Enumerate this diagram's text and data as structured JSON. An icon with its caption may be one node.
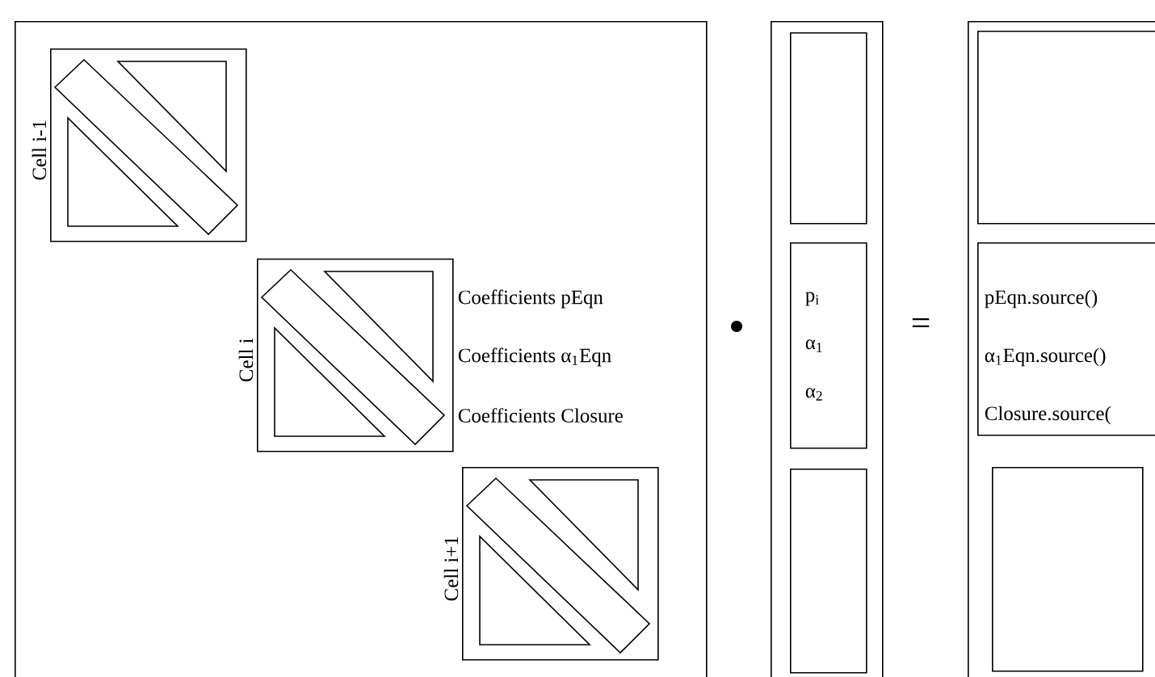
{
  "diagram": {
    "nodes": [
      {
        "text": [],
        "shape": "box"
      },
      {
        "text": [
          "Cell i-1"
        ],
        "in": 0
      },
      {
        "text": [
          "Cell i"
        ],
        "in": 0,
        "beside": [
          "Coefficients pEqn",
          "Coefficients α$_{1}$Eqn",
          "Coefficients Closure"
        ]
      },
      {
        "text": [
          "Cell i+1"
        ],
        "in": 0
      },
      {
        "text": [],
        "shape": "box"
      },
      {
        "text": [],
        "shape": "box",
        "in": 4
      },
      {
        "text": [
          "p$_{i}$",
          "α$_{1}$",
          "α$_{2}$"
        ],
        "in": 4
      },
      {
        "text": [],
        "shape": "box",
        "in": 4
      },
      {
        "text": [],
        "shape": "box"
      },
      {
        "text": [],
        "shape": "box",
        "in": 8
      },
      {
        "text": [
          "pEqn.source()",
          "α$_{1}$Eqn.source()",
          "Closure.source("
        ],
        "in": 8
      },
      {
        "text": [],
        "shape": "box",
        "in": 8
      }
    ],
    "labels": [
      "="
    ]
  }
}
